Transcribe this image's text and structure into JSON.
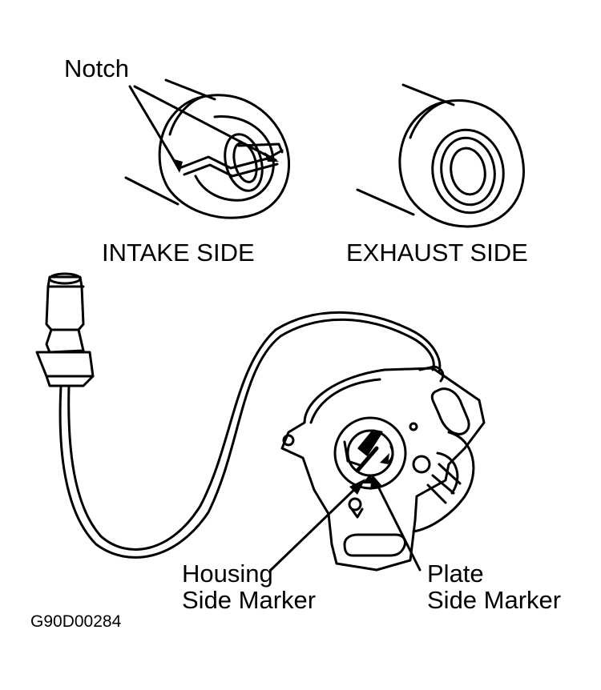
{
  "labels": {
    "notch": "Notch",
    "intake_side": "INTAKE SIDE",
    "exhaust_side": "EXHAUST SIDE",
    "housing_side_marker": "Housing\nSide Marker",
    "plate_side_marker": "Plate\nSide Marker",
    "figure_code": "G90D00284"
  }
}
